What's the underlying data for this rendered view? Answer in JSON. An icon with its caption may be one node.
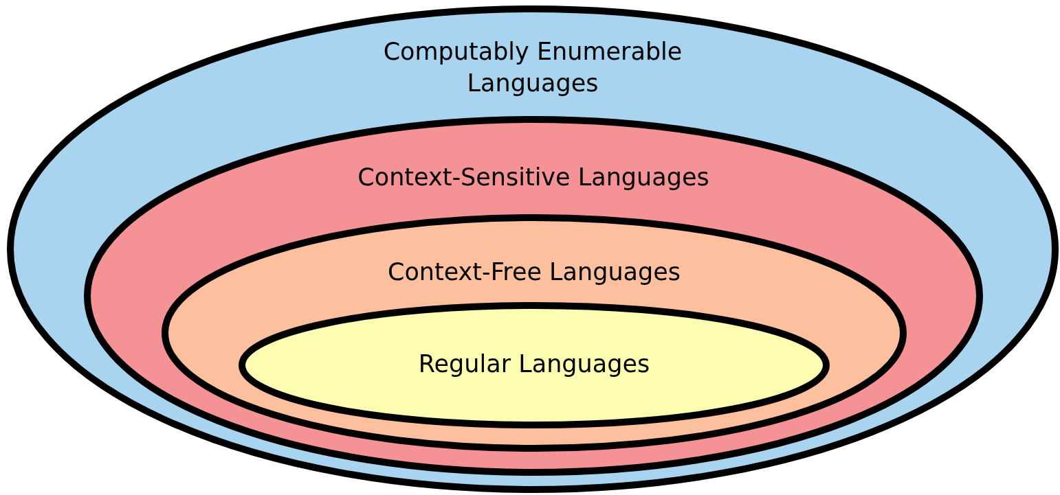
{
  "diagram": {
    "nodes": [
      {
        "text": [
          "Computably Enumerable Languages"
        ]
      },
      {
        "text": [
          "Context-Sensitive Languages"
        ],
        "in": 0
      },
      {
        "text": [
          "Context-Free Languages"
        ],
        "in": 1
      },
      {
        "text": [
          "Regular Languages"
        ],
        "in": 2
      }
    ]
  }
}
